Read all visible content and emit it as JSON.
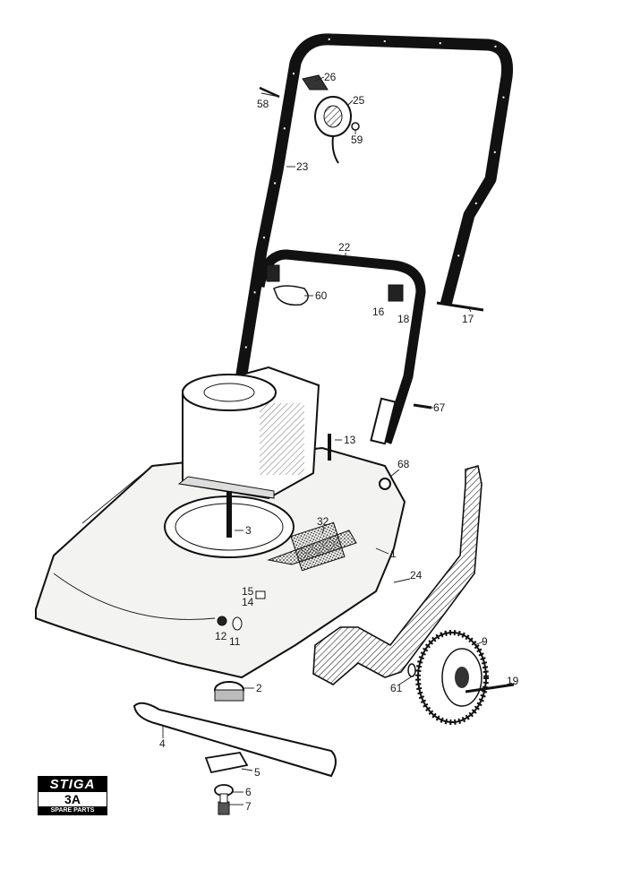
{
  "logo": {
    "brand": "STIGA",
    "code": "3A",
    "subtitle": "SPARE PARTS"
  },
  "callouts": {
    "p26": "26",
    "p58": "58",
    "p25": "25",
    "p59": "59",
    "p23": "23",
    "p22": "22",
    "p60": "60",
    "p16": "16",
    "p18": "18",
    "p17": "17",
    "p67": "67",
    "p13": "13",
    "p68": "68",
    "p3": "3",
    "p32": "32",
    "p1": "1",
    "p24": "24",
    "p15": "15",
    "p14": "14",
    "p12": "12",
    "p11": "11",
    "p9": "9",
    "p19": "19",
    "p61": "61",
    "p2": "2",
    "p4": "4",
    "p5": "5",
    "p6": "6",
    "p7": "7"
  }
}
